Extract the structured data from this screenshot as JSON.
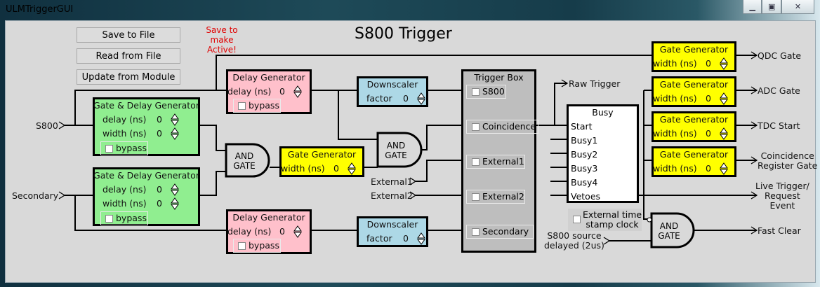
{
  "window": {
    "title": "ULMTriggerGUI",
    "controls": {
      "minimize": "minimize-icon",
      "maximize": "maximize-icon",
      "close": "close-icon"
    }
  },
  "toolbar": {
    "save_label": "Save to File",
    "read_label": "Read from File",
    "update_label": "Update from Module",
    "warning_line1": "Save to",
    "warning_line2": "make Active!"
  },
  "heading": "S800 Trigger",
  "inputs": {
    "s800": "S800",
    "secondary": "Secondary",
    "external1": "External1",
    "external2": "External2",
    "s800_delayed_line1": "S800 source",
    "s800_delayed_line2": "delayed (2us)"
  },
  "gate_delay_generators": [
    {
      "title": "Gate & Delay Generator",
      "delay_label": "delay (ns)",
      "delay_value": "0",
      "width_label": "width (ns)",
      "width_value": "0",
      "bypass_label": "bypass",
      "bypass_checked": false
    },
    {
      "title": "Gate & Delay Generator",
      "delay_label": "delay (ns)",
      "delay_value": "0",
      "width_label": "width (ns)",
      "width_value": "0",
      "bypass_label": "bypass",
      "bypass_checked": false
    }
  ],
  "delay_generators": [
    {
      "title": "Delay Generator",
      "delay_label": "delay (ns)",
      "delay_value": "0",
      "bypass_label": "bypass",
      "bypass_checked": false
    },
    {
      "title": "Delay Generator",
      "delay_label": "delay (ns)",
      "delay_value": "0",
      "bypass_label": "bypass",
      "bypass_checked": false
    }
  ],
  "downscalers": [
    {
      "title": "Downscaler",
      "factor_label": "factor",
      "factor_value": "0"
    },
    {
      "title": "Downscaler",
      "factor_label": "factor",
      "factor_value": "0"
    }
  ],
  "and_gates": [
    {
      "line1": "AND",
      "line2": "GATE"
    },
    {
      "line1": "AND",
      "line2": "GATE"
    },
    {
      "line1": "AND",
      "line2": "GATE"
    }
  ],
  "coinc_gate_generator": {
    "title": "Gate Generator",
    "width_label": "width (ns)",
    "width_value": "0"
  },
  "trigger_box": {
    "title": "Trigger Box",
    "items": [
      {
        "label": "S800",
        "checked": false
      },
      {
        "label": "Coincidence",
        "checked": false
      },
      {
        "label": "External1",
        "checked": false
      },
      {
        "label": "External2",
        "checked": false
      },
      {
        "label": "Secondary",
        "checked": false
      }
    ]
  },
  "raw_trigger": "Raw Trigger",
  "busy_box": {
    "title": "Busy",
    "inputs": [
      "Start",
      "Busy1",
      "Busy2",
      "Busy3",
      "Busy4",
      "Vetoes"
    ]
  },
  "ext_clock": {
    "line1": "External time",
    "line2": "stamp clock",
    "checked": false
  },
  "output_gate_generators": [
    {
      "title": "Gate Generator",
      "width_label": "width (ns)",
      "width_value": "0",
      "output": "QDC Gate"
    },
    {
      "title": "Gate Generator",
      "width_label": "width (ns)",
      "width_value": "0",
      "output": "ADC Gate"
    },
    {
      "title": "Gate Generator",
      "width_label": "width (ns)",
      "width_value": "0",
      "output": "TDC Start"
    },
    {
      "title": "Gate Generator",
      "width_label": "width (ns)",
      "width_value": "0",
      "output": "Coincidence Register Gate"
    }
  ],
  "outputs": {
    "coinc_reg_line1": "Coincidence",
    "coinc_reg_line2": "Register Gate",
    "live_line1": "Live Trigger/",
    "live_line2": "Request",
    "live_line3": "Event",
    "fast_clear": "Fast Clear"
  },
  "colors": {
    "gate_delay": "#90ee90",
    "delay": "#ffc0cb",
    "downscaler": "#add8e6",
    "gate": "#ffff00",
    "trigger_box": "#bebebe",
    "warning": "#e00000"
  }
}
